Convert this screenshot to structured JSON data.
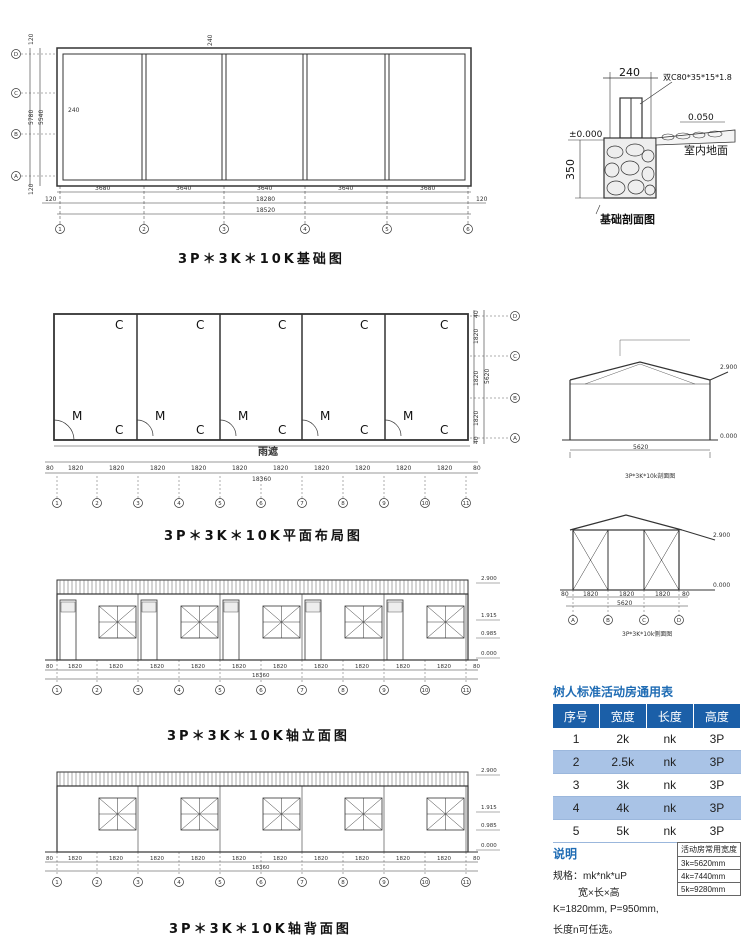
{
  "foundation_plan": {
    "caption": "3P＊3K＊10K基础图",
    "axis_letters": [
      "D",
      "C",
      "B",
      "A"
    ],
    "axis_numbers": [
      "1",
      "2",
      "3",
      "4",
      "5",
      "6"
    ],
    "left_dims": [
      "120",
      "5780",
      "5540",
      "120"
    ],
    "top_dim": "240",
    "inner_dim": "240",
    "bay_dims": [
      "3680",
      "3640",
      "3640",
      "3640",
      "3680"
    ],
    "outer_dims": [
      "120",
      "18280",
      "120"
    ],
    "total_dim": "18520"
  },
  "section_detail": {
    "top_dim": "240",
    "spec": "双C80*35*15*1.8",
    "level_left": "±0.000",
    "level_right": "0.050",
    "indoor_label": "室内地面",
    "height_dim": "350",
    "caption": "基础剖面图"
  },
  "floor_plan": {
    "caption": "3P＊3K＊10K平面布局图",
    "window_mark": "C",
    "door_mark": "M",
    "canopy_label": "雨遮",
    "right_dims": [
      "40",
      "1820",
      "1820",
      "1820",
      "40"
    ],
    "right_total": "5620",
    "axis_letters": [
      "D",
      "C",
      "B",
      "A"
    ],
    "bay_dims": [
      "80",
      "1820",
      "1820",
      "1820",
      "1820",
      "1820",
      "1820",
      "1820",
      "1820",
      "1820",
      "1820",
      "80"
    ],
    "total_dim": "18360",
    "axis_numbers": [
      "1",
      "2",
      "3",
      "4",
      "5",
      "6",
      "7",
      "8",
      "9",
      "10",
      "11"
    ]
  },
  "front_elevation": {
    "caption": "3P＊3K＊10K轴立面图",
    "levels": [
      "2.900",
      "1.915",
      "0.985",
      "0.000"
    ],
    "bay_dims": [
      "80",
      "1820",
      "1820",
      "1820",
      "1820",
      "1820",
      "1820",
      "1820",
      "1820",
      "1820",
      "1820",
      "80"
    ],
    "total_dim": "18360",
    "axis_numbers": [
      "1",
      "2",
      "3",
      "4",
      "5",
      "6",
      "7",
      "8",
      "9",
      "10",
      "11"
    ]
  },
  "rear_elevation": {
    "caption": "3P＊3K＊10K轴背面图",
    "levels": [
      "2.900",
      "1.915",
      "0.985",
      "0.000"
    ],
    "bay_dims": [
      "80",
      "1820",
      "1820",
      "1820",
      "1820",
      "1820",
      "1820",
      "1820",
      "1820",
      "1820",
      "1820",
      "80"
    ],
    "total_dim": "18360",
    "axis_numbers": [
      "1",
      "2",
      "3",
      "4",
      "5",
      "6",
      "7",
      "8",
      "9",
      "10",
      "11"
    ]
  },
  "side_section": {
    "level_top": "2.900",
    "level_bottom": "0.000",
    "width_dim": "5620",
    "caption": "3P*3K*10k剖面图"
  },
  "side_elevation": {
    "level_top": "2.900",
    "level_bottom": "0.000",
    "dims": [
      "80",
      "1820",
      "1820",
      "1820",
      "80"
    ],
    "total_dim": "5620",
    "axis_letters": [
      "A",
      "B",
      "C",
      "D"
    ],
    "caption": "3P*3K*10k侧面图"
  },
  "spec_table": {
    "title": "树人标准活动房通用表",
    "headers": [
      "序号",
      "宽度",
      "长度",
      "高度"
    ],
    "rows": [
      [
        "1",
        "2k",
        "nk",
        "3P"
      ],
      [
        "2",
        "2.5k",
        "nk",
        "3P"
      ],
      [
        "3",
        "3k",
        "nk",
        "3P"
      ],
      [
        "4",
        "4k",
        "nk",
        "3P"
      ],
      [
        "5",
        "5k",
        "nk",
        "3P"
      ]
    ]
  },
  "notes": {
    "title": "说明",
    "line1": "规格：mk*nk*uP",
    "line2": "宽×长×高",
    "line3": "K=1820mm, P=950mm,",
    "line4": "长度n可任选。"
  },
  "common_widths": {
    "title": "活动房常用宽度",
    "rows": [
      "3k=5620mm",
      "4k=7440mm",
      "5k=9280mm"
    ]
  },
  "colors": {
    "accent": "#1b5fa8",
    "row_alt": "#a9c3e6",
    "title": "#1f6cb4",
    "line": "#333333"
  }
}
